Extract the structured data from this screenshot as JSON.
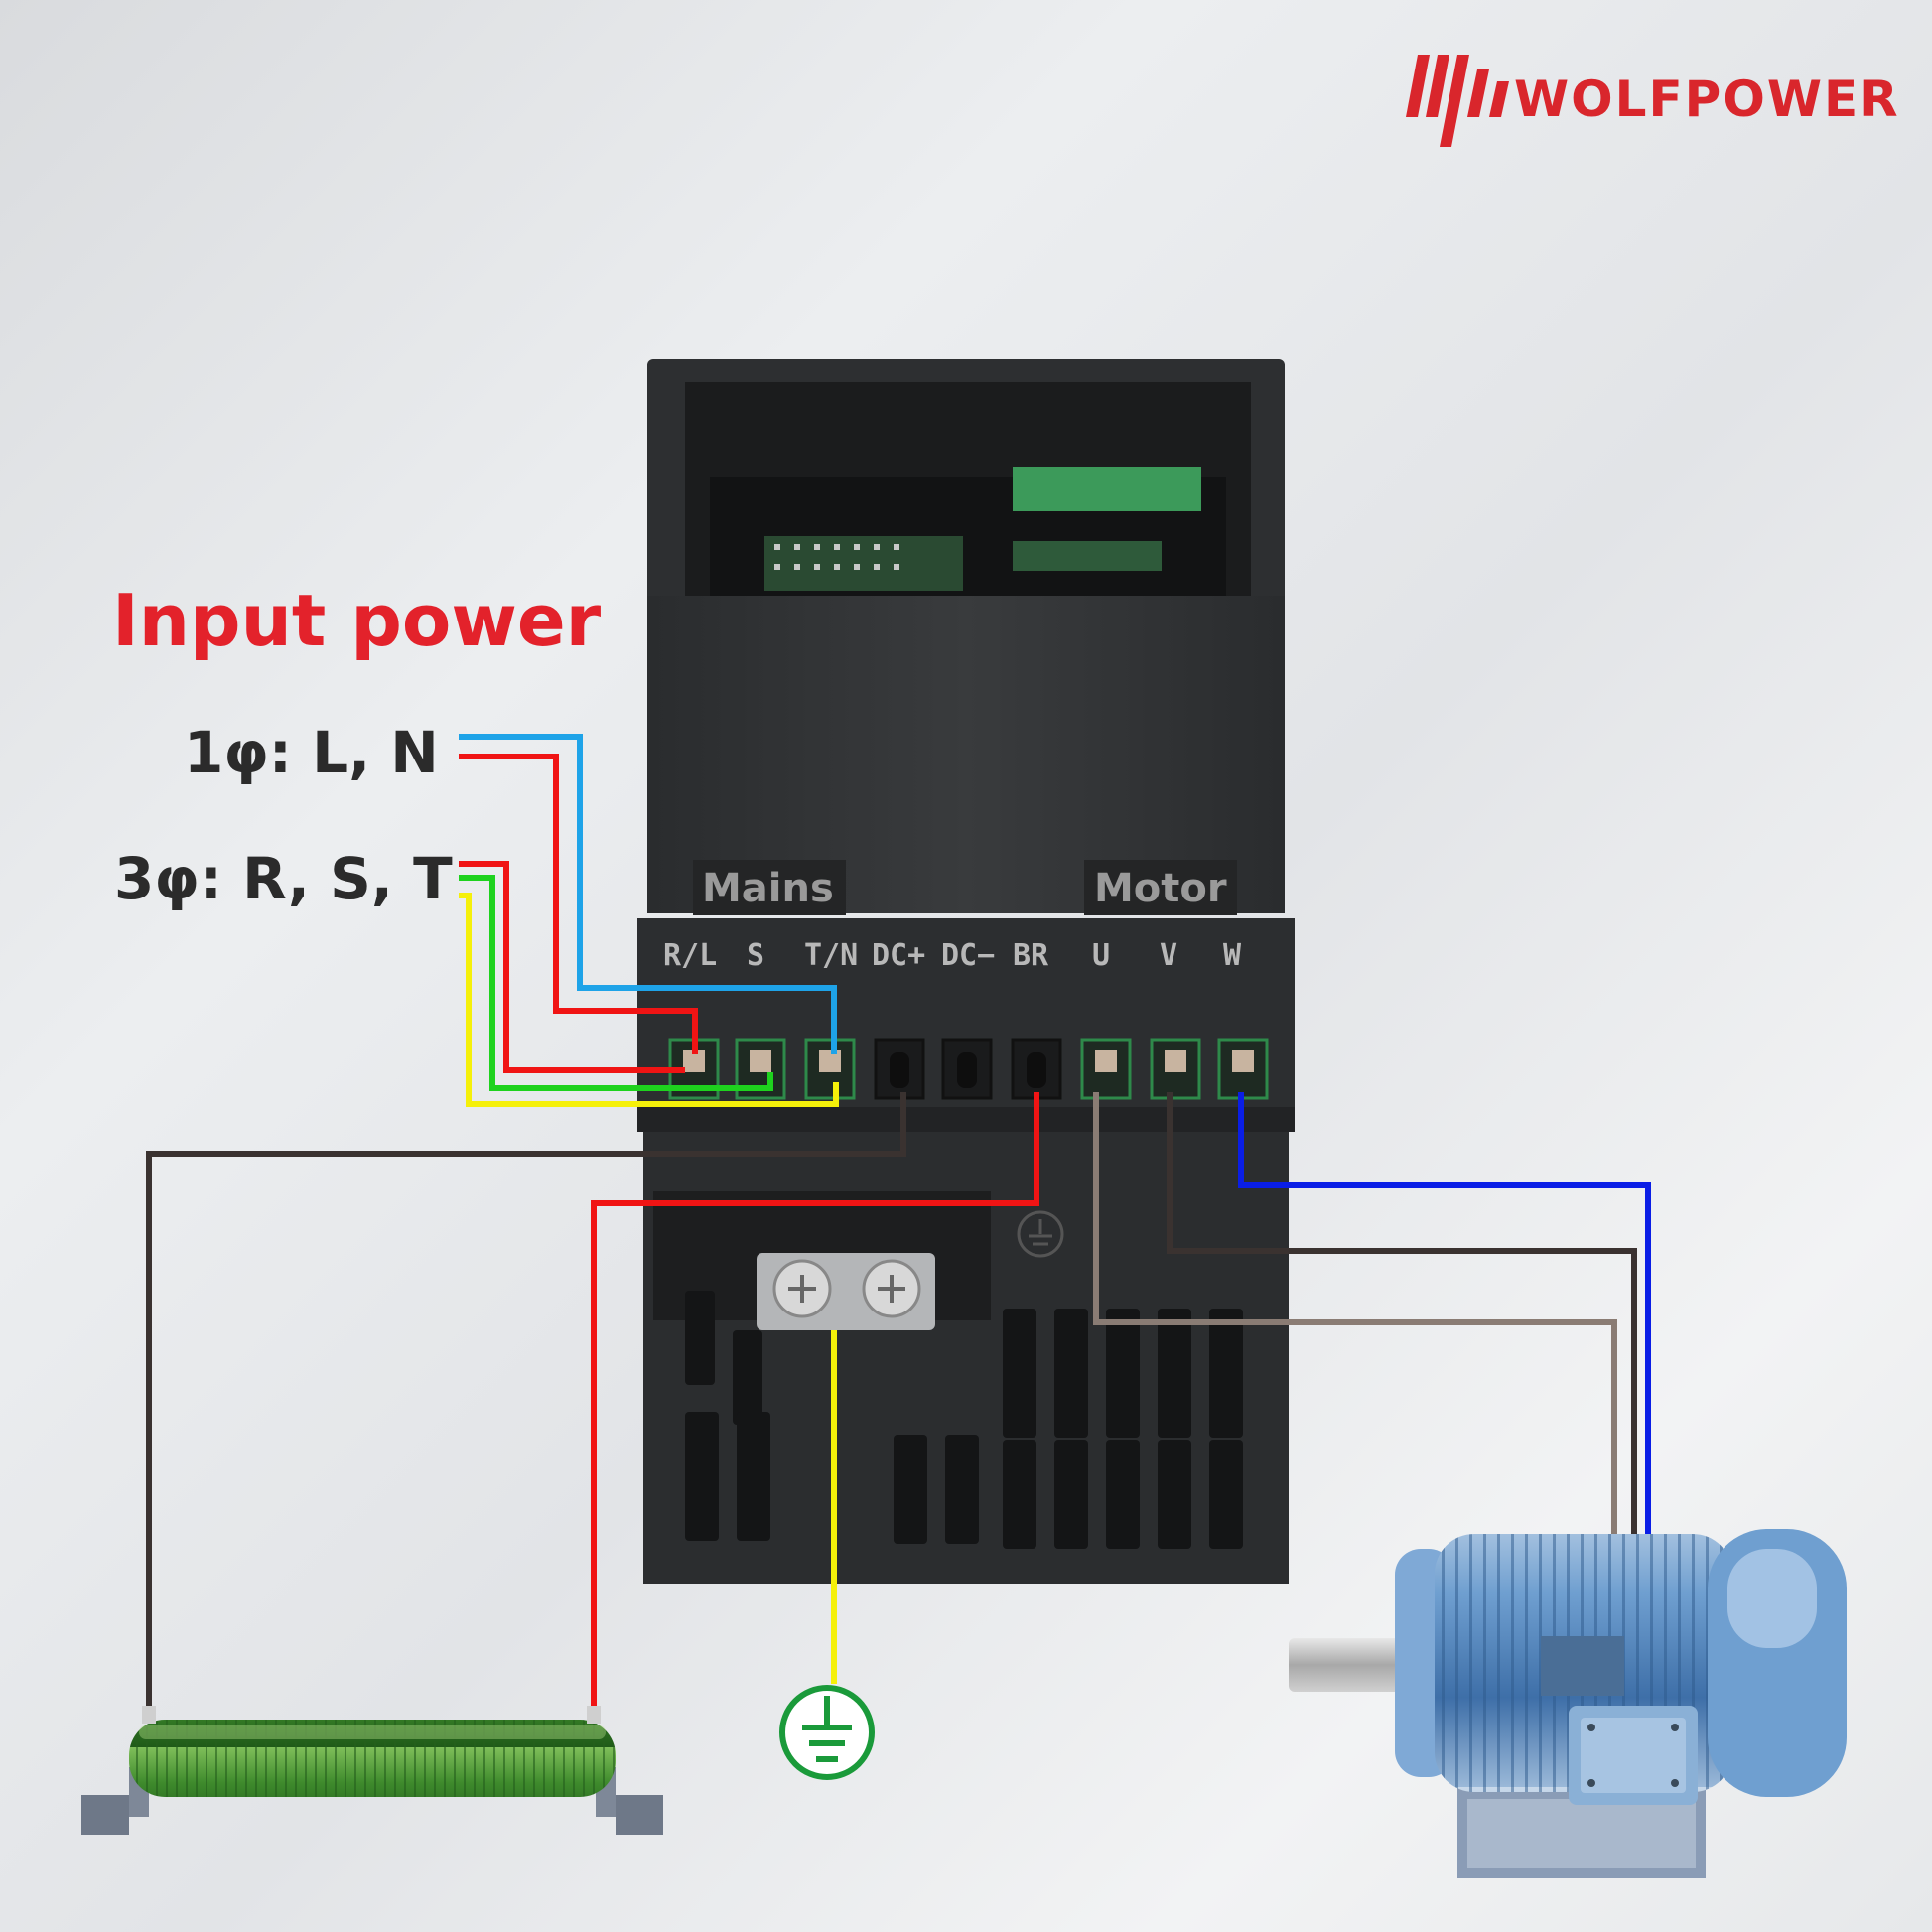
{
  "brand": {
    "name": "WOLFPOWER",
    "color": "#d9262c"
  },
  "title": "Input power",
  "phases": {
    "single": "1φ: L, N",
    "three": "3φ: R, S, T"
  },
  "plates": {
    "mains": "Mains",
    "motor": "Motor"
  },
  "terminals": [
    "R/L",
    "S",
    "T/N",
    "DC+",
    "DC−",
    "BR",
    "U",
    "V",
    "W"
  ],
  "icons": {
    "ground": "ground-icon",
    "resistor": "braking-resistor",
    "motor": "electric-motor",
    "logo": "wolfpower-logo-mark"
  },
  "colors": {
    "wire_blue_light": "#1ea3e8",
    "wire_red": "#f01414",
    "wire_green": "#1ed21e",
    "wire_yellow": "#f5f00a",
    "wire_dark_brown": "#3a3230",
    "wire_grey_brown": "#8a7c74",
    "wire_blue": "#0a1ee6",
    "ground_green": "#1a9a3a",
    "drive_body": "#2f3133"
  }
}
